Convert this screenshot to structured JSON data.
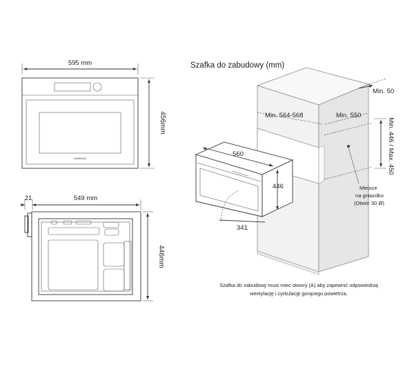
{
  "front_view": {
    "width_label": "595 mm",
    "height_label": "456mm",
    "brand": "SAMSUNG"
  },
  "side_view": {
    "offset_label": "21",
    "depth_label": "549 mm",
    "height_label": "446mm"
  },
  "cabinet": {
    "title": "Szafka do zabudowy (mm)",
    "min_top": "Min. 50",
    "width_label": "Min. 564-568",
    "depth_label": "Min. 550",
    "height_label": "Min. 446 / Max. 450",
    "oven_width": "560",
    "oven_height": "446",
    "oven_depth": "341",
    "socket_line1": "Miejsce",
    "socket_line2": "na gniazdko",
    "socket_line3": "(Otwór 30 Ø)",
    "note_line1": "Szafka do zabudowy musi mieć otwory (A) aby zapewnić odpowiednią",
    "note_line2": "wentylację i cyrkulację gorącego powietrza."
  }
}
